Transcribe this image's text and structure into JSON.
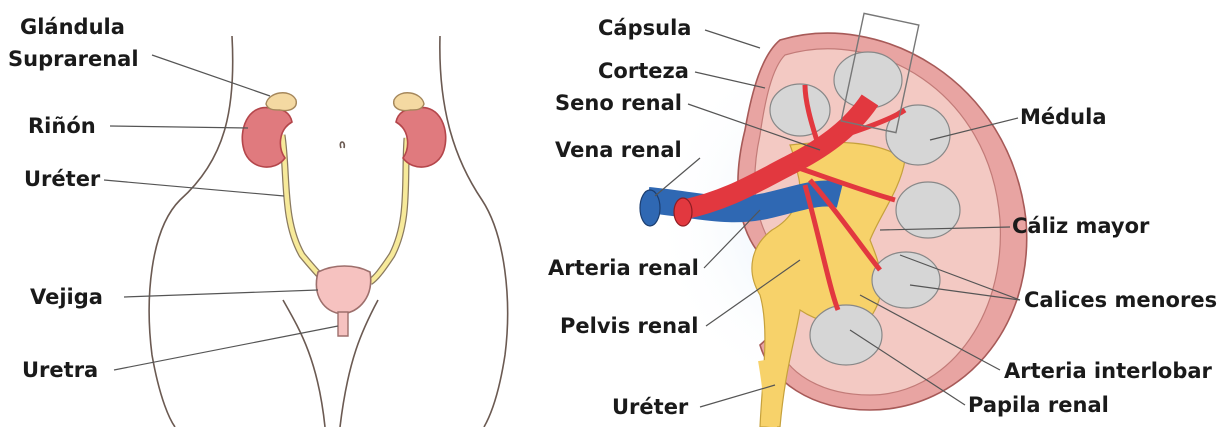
{
  "left_labels": {
    "adrenal_1": "Glándula",
    "adrenal_2": "Suprarenal",
    "kidney": "Riñón",
    "ureter": "Uréter",
    "bladder": "Vejiga",
    "urethra": "Uretra"
  },
  "right_labels": {
    "capsule": "Cápsula",
    "cortex": "Corteza",
    "renal_sinus": "Seno renal",
    "renal_vein": "Vena renal",
    "renal_artery": "Arteria renal",
    "renal_pelvis": "Pelvis renal",
    "ureter": "Uréter",
    "medulla": "Médula",
    "major_calyx": "Cáliz mayor",
    "minor_calyces": "Calices menores",
    "interlobar_artery": "Arteria interlobar",
    "renal_papilla": "Papila renal"
  },
  "colors": {
    "kidney": "#e07a7e",
    "kidney_dark": "#c8494f",
    "capsule": "#e8a4a2",
    "cortex": "#f3c9c3",
    "adrenal": "#f4d9a2",
    "ureter": "#f7ea9a",
    "bladder": "#f6c2c0",
    "skin_outline": "#6b5a52",
    "pelvis": "#f7d26a",
    "artery": "#e2383f",
    "vein": "#2f68b3",
    "pyramid": "#d6d6d6",
    "halo": "#d8e8f8"
  }
}
